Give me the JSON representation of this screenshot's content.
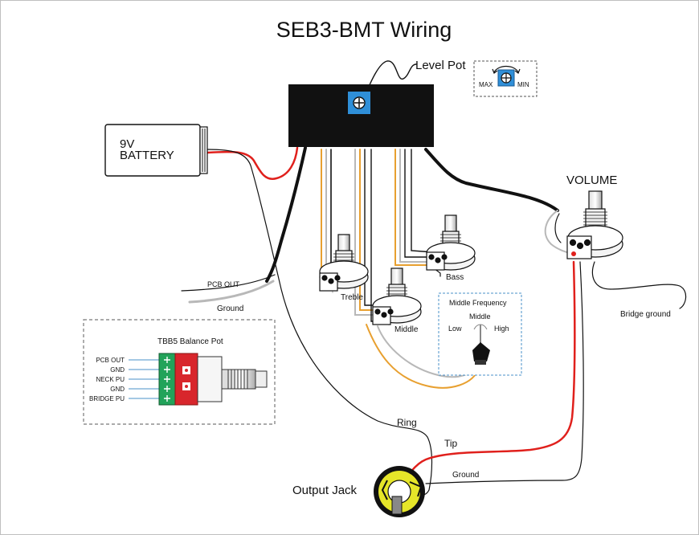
{
  "title": "SEB3-BMT  Wiring",
  "level_pot": {
    "label": "Level Pot",
    "max": "MAX",
    "min": "MIN"
  },
  "battery": {
    "line1": "9V",
    "line2": "BATTERY"
  },
  "volume": {
    "label": "VOLUME"
  },
  "pots": {
    "treble": "Treble",
    "middle": "Middle",
    "bass": "Bass"
  },
  "middle_frequency": {
    "title": "Middle Frequency",
    "middle": "Middle",
    "low": "Low",
    "high": "High"
  },
  "labels": {
    "pcb_out": "PCB OUT",
    "ground": "Ground",
    "bridge_ground": "Bridge ground",
    "ring": "Ring",
    "tip": "Tip",
    "ground_jack": "Ground",
    "output_jack": "Output Jack"
  },
  "balance_pot": {
    "title": "TBB5 Balance Pot",
    "pins": [
      "PCB OUT",
      "GND",
      "NECK PU",
      "GND",
      "BRIDGE PU"
    ]
  },
  "colors": {
    "wire_red": "#e0201c",
    "wire_orange": "#e8a030",
    "wire_gray": "#b8b8b8",
    "wire_black": "#111111",
    "pot_blue": "#2f8fd8",
    "balance_green": "#22a35a",
    "balance_red": "#d8262c",
    "jack_yellow": "#e6e629"
  }
}
